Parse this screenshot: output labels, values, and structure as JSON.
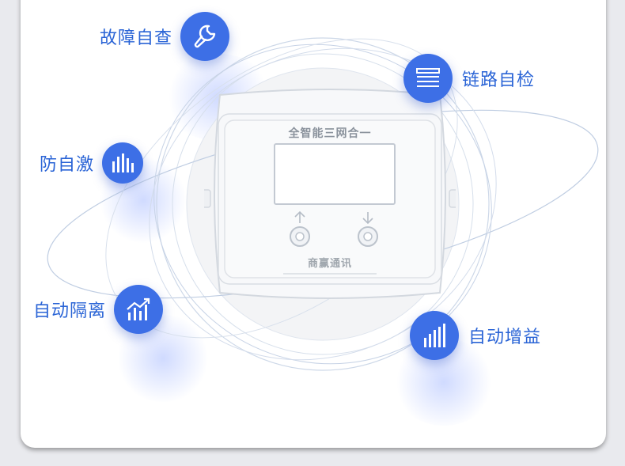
{
  "features": {
    "fault_check": {
      "label": "故障自查",
      "icon": "wrench-icon"
    },
    "link_check": {
      "label": "链路自检",
      "icon": "stacked-lines-icon"
    },
    "anti_self_oscillation": {
      "label": "防自激",
      "icon": "signal-bars-icon"
    },
    "auto_isolation": {
      "label": "自动隔离",
      "icon": "trend-chart-icon"
    },
    "auto_gain": {
      "label": "自动增益",
      "icon": "ascending-bars-icon"
    }
  },
  "device": {
    "title": "全智能三网合一",
    "brand": "商赢通讯"
  },
  "colors": {
    "accent": "#3d6fe6",
    "label_text": "#2a64d6",
    "ring_stroke": "#c9d6e8"
  }
}
